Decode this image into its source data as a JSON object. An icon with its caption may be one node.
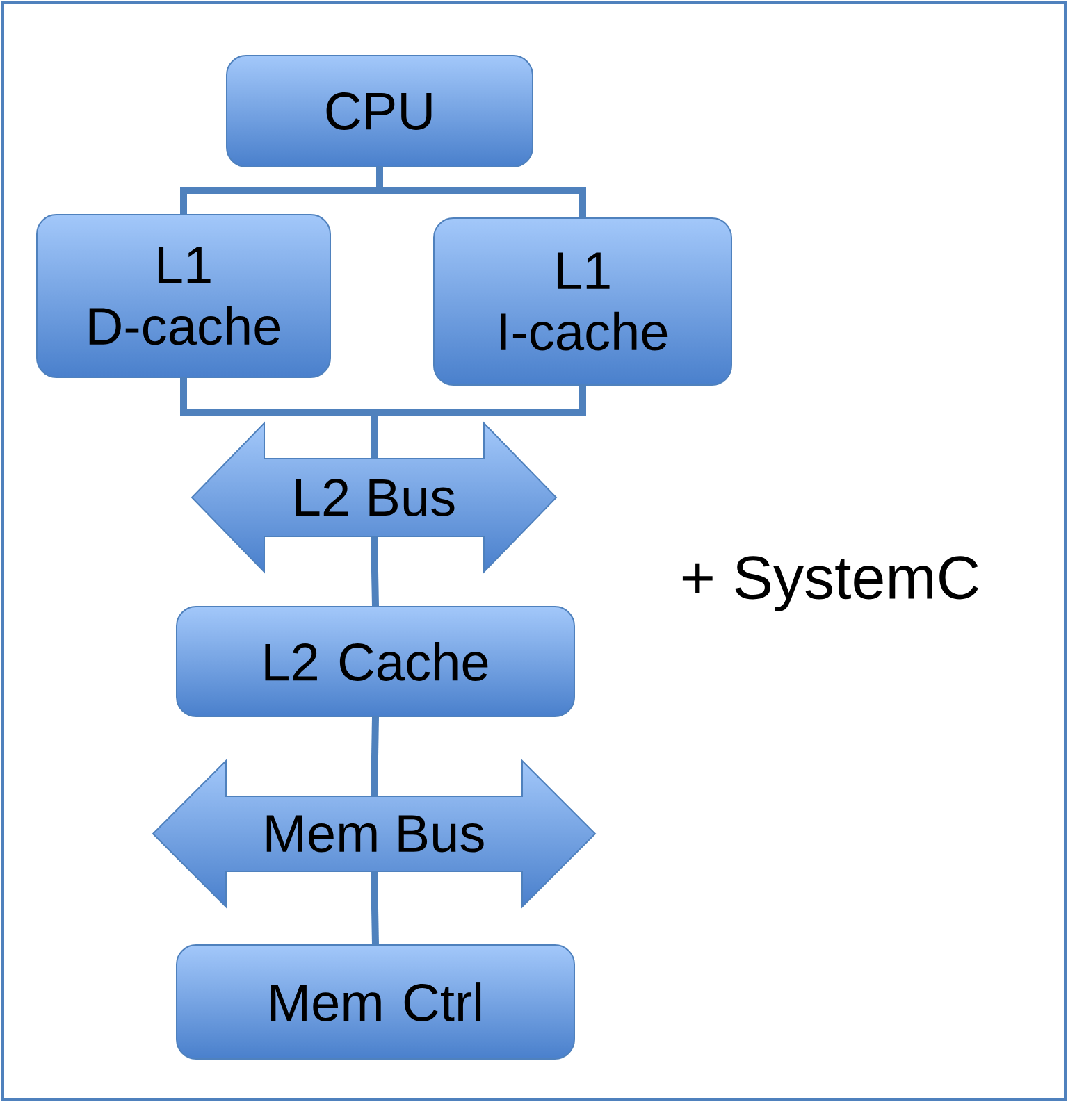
{
  "diagram": {
    "nodes": [
      {
        "text": [
          "CPU"
        ]
      },
      {
        "text": [
          "L1 D-cache"
        ]
      },
      {
        "text": [
          "L1 I-cache"
        ]
      },
      {
        "text": [
          "L2 Bus"
        ]
      },
      {
        "text": [
          "L2 Cache"
        ]
      },
      {
        "text": [
          "Mem Bus"
        ]
      },
      {
        "text": [
          "Mem Ctrl"
        ]
      }
    ],
    "edges": [
      {
        "from": 0,
        "to": 1,
        "arrow": "none"
      },
      {
        "from": 0,
        "to": 2,
        "arrow": "none"
      },
      {
        "from": 1,
        "to": 3,
        "arrow": "none"
      },
      {
        "from": 2,
        "to": 3,
        "arrow": "none"
      },
      {
        "from": 3,
        "to": 4,
        "arrow": "none"
      },
      {
        "from": 4,
        "to": 5,
        "arrow": "none"
      },
      {
        "from": 5,
        "to": 6,
        "arrow": "none"
      }
    ],
    "labels": [
      "+ SystemC"
    ]
  }
}
